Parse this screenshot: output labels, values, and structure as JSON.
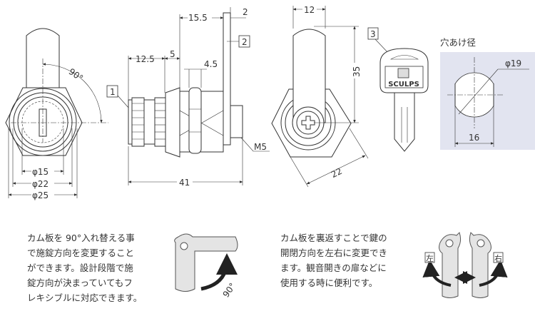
{
  "front_view": {
    "angle_label": "90°",
    "dim_d15": "φ15",
    "dim_d22": "φ22",
    "dim_d25": "φ25",
    "part_label": "1"
  },
  "side_view": {
    "dim_15_5": "15.5",
    "dim_2": "2",
    "dim_12_5": "12.5",
    "dim_5": "5",
    "dim_4_5": "4.5",
    "dim_41": "41",
    "thread_label": "M5",
    "part_label_cylinder": "1",
    "part_label_cam": "2"
  },
  "back_view": {
    "dim_12": "12",
    "dim_35": "35",
    "dim_22": "22"
  },
  "key": {
    "part_label": "3",
    "brand": "SCULPS"
  },
  "hole": {
    "title": "穴あけ径",
    "dim_diameter": "φ19",
    "dim_width": "16",
    "panel_color": "#e2e4f0"
  },
  "note_rotate": {
    "lines": [
      "カム板を 90°入れ替える事",
      "で施錠方向を変更すること",
      "ができます。設計段階で施",
      "錠方向が決まっていてもフ",
      "レキシブルに対応できます。"
    ],
    "angle_label": "90°"
  },
  "note_flip": {
    "lines": [
      "カム板を裏返すことで鍵の",
      "開閉方向を左右に変更でき",
      "ます。観音開きの扉などに",
      "使用する時に便利です。"
    ],
    "left_label": "左",
    "right_label": "右"
  }
}
